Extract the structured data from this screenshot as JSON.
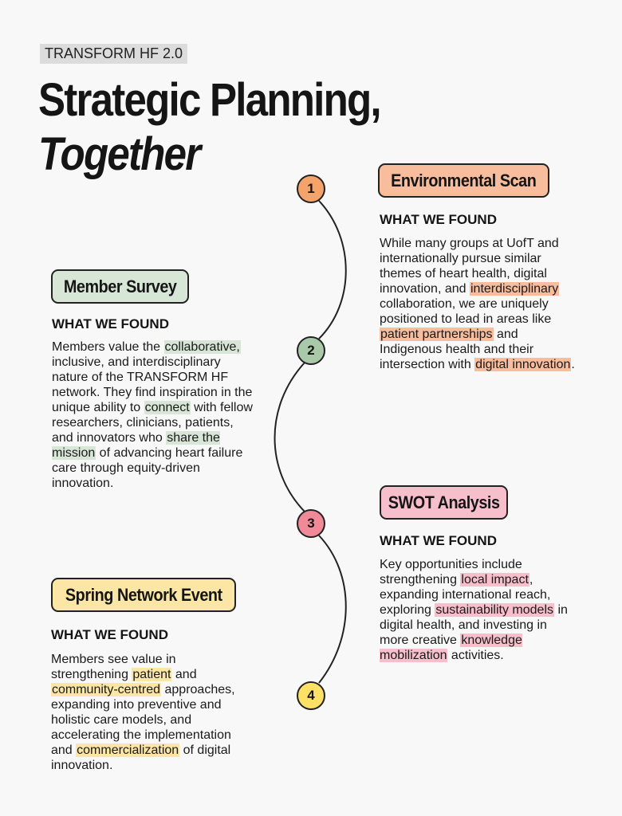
{
  "tag": "TRANSFORM HF 2.0",
  "title": {
    "line1": "Strategic Planning,",
    "line2": "Together"
  },
  "colors": {
    "orange": "#f4a46a",
    "orange_light": "#f7bd9c",
    "green": "#a9c9a9",
    "green_light": "#d7e6d7",
    "pink": "#f18a98",
    "pink_light": "#f7bfcb",
    "yellow": "#fde066",
    "yellow_light": "#fbe6a6"
  },
  "steps": [
    "1",
    "2",
    "3",
    "4"
  ],
  "sections": [
    {
      "title": "Environmental Scan",
      "heading": "WHAT WE FOUND",
      "segments": [
        {
          "t": "While many groups at UofT and internationally pursue similar themes of heart health, digital innovation, and "
        },
        {
          "t": "interdisciplinary",
          "hl": true
        },
        {
          "t": " collaboration, we are uniquely positioned to lead in areas like "
        },
        {
          "t": "patient partnerships",
          "hl": true
        },
        {
          "t": " and Indigenous health and their intersection with "
        },
        {
          "t": "digital innovation",
          "hl": true
        },
        {
          "t": "."
        }
      ]
    },
    {
      "title": "Member Survey",
      "heading": "WHAT WE FOUND",
      "segments": [
        {
          "t": "Members value the "
        },
        {
          "t": "collaborative,",
          "hl": true
        },
        {
          "t": " inclusive, and interdisciplinary nature of the TRANSFORM HF network. They find inspiration in the unique ability to "
        },
        {
          "t": "connect",
          "hl": true
        },
        {
          "t": " with fellow researchers, clinicians, patients, and innovators who "
        },
        {
          "t": "share the mission",
          "hl": true
        },
        {
          "t": " of advancing heart failure care through equity-driven innovation."
        }
      ]
    },
    {
      "title": "SWOT Analysis",
      "heading": "WHAT WE FOUND",
      "segments": [
        {
          "t": "Key opportunities include strengthening "
        },
        {
          "t": "local impact",
          "hl": true
        },
        {
          "t": ", expanding international reach, exploring "
        },
        {
          "t": "sustainability models",
          "hl": true
        },
        {
          "t": " in digital health, and investing in more creative "
        },
        {
          "t": "knowledge mobilization",
          "hl": true
        },
        {
          "t": " activities."
        }
      ]
    },
    {
      "title": "Spring Network Event",
      "heading": "WHAT WE FOUND",
      "segments": [
        {
          "t": "Members see value in strengthening "
        },
        {
          "t": "patient",
          "hl": true
        },
        {
          "t": " and "
        },
        {
          "t": "community-centred",
          "hl": true
        },
        {
          "t": " approaches, expanding into preventive and holistic care models, and accelerating the implementation and "
        },
        {
          "t": "commercialization",
          "hl": true
        },
        {
          "t": " of digital innovation."
        }
      ]
    }
  ]
}
